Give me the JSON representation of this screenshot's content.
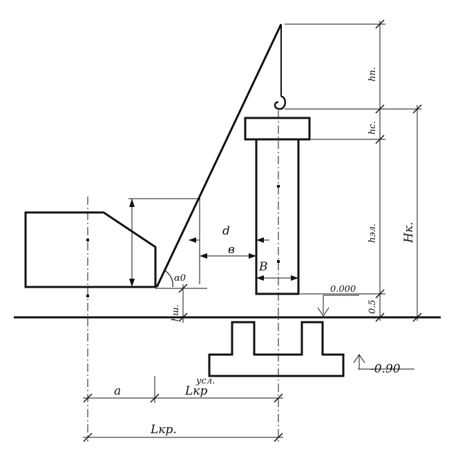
{
  "labels": {
    "a": "a",
    "l_kr_usl_sub": "Lкр",
    "l_kr_usl_sup": "усл.",
    "l_kr": "Lкр.",
    "d": "d",
    "b_lower": "в",
    "b_upper": "В",
    "alpha0": "α0",
    "h_sh": "hш.",
    "zero_level": "0.000",
    "minus_level": "-0.90",
    "h_p": "hп.",
    "h_s": "hс.",
    "h_el": "hэл.",
    "h_0": "0.5",
    "H_k": "Hк."
  },
  "colors": {
    "ink": "#111111",
    "paper": "#ffffff"
  }
}
